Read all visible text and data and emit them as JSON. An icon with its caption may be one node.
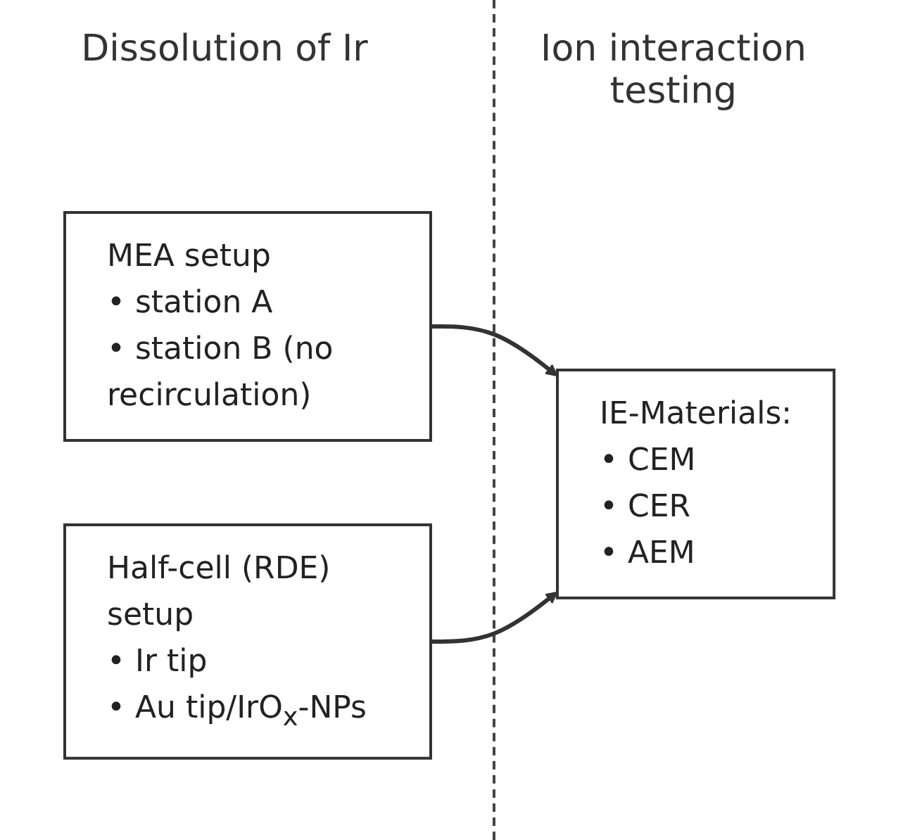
{
  "diagram": {
    "nodes": [
      {
        "text": [
          "MEA setup",
          "• station A",
          "• station B (no recirculation)"
        ]
      },
      {
        "text": [
          "Half-cell (RDE) setup",
          "• Ir tip",
          "• Au tip/IrO$_{x}$-NPs"
        ]
      },
      {
        "text": [
          "IE-Materials:",
          "• CEM",
          "• CER",
          "• AEM"
        ]
      }
    ],
    "edges": [
      {
        "from": 0,
        "to": 2,
        "arrow": "to"
      },
      {
        "from": 1,
        "to": 2,
        "arrow": "to"
      }
    ],
    "labels": [
      "Dissolution of Ir",
      "Ion interaction testing"
    ]
  }
}
